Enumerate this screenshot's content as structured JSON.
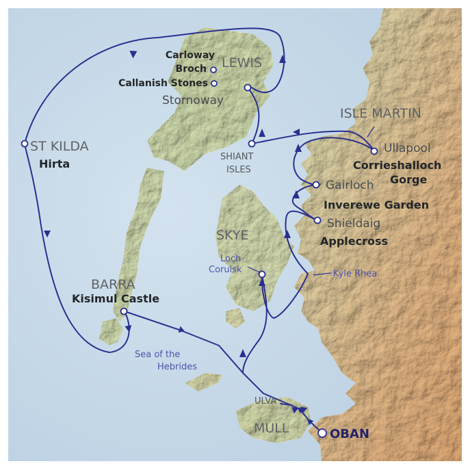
{
  "colors": {
    "route": "#2b2f8f",
    "sea": "#c9dbe9",
    "land_green": "#cfdcae",
    "land_tan": "#e3c49a",
    "land_orange": "#e6b37f"
  },
  "regions": {
    "lewis": "LEWIS",
    "skye": "SKYE",
    "mull": "MULL",
    "barra": "BARRA",
    "st_kilda": "ST KILDA",
    "isle_martin": "ISLE MARTIN",
    "ulva": "ULVA",
    "shiant_line1": "SHIANT",
    "shiant_line2": "ISLES"
  },
  "ports": {
    "stornoway": "Stornoway",
    "ullapool": "Ullapool",
    "gairloch": "Gairloch",
    "shieldaig": "Shieldaig",
    "oban": "OBAN"
  },
  "attractions": {
    "carloway_line1": "Carloway",
    "carloway_line2": "Broch",
    "callanish": "Callanish Stones",
    "hirta": "Hirta",
    "kisimul": "Kisimul Castle",
    "corrieshalloch_line1": "Corrieshalloch",
    "corrieshalloch_line2": "Gorge",
    "inverewe": "Inverewe Garden",
    "applecross": "Applecross"
  },
  "waters": {
    "loch_coruisk_line1": "Loch",
    "loch_coruisk_line2": "Coruisk",
    "kyle_rhea": "Kyle Rhea",
    "sea_hebrides_line1": "Sea of the",
    "sea_hebrides_line2": "Hebrides"
  }
}
